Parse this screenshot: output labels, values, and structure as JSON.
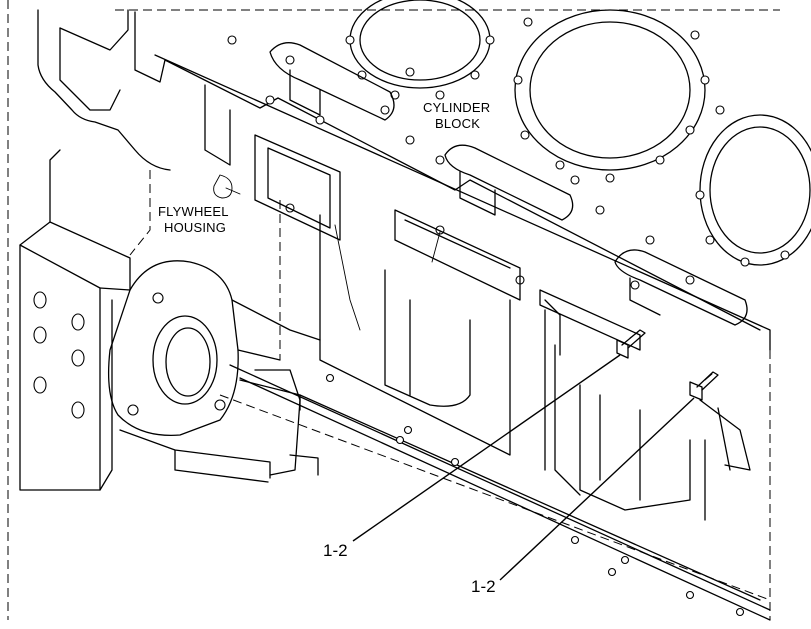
{
  "labels": {
    "cylinder_block_line1": "CYLINDER",
    "cylinder_block_line2": "BLOCK",
    "flywheel_housing_line1": "FLYWHEEL",
    "flywheel_housing_line2": "HOUSING"
  },
  "callouts": [
    {
      "text": "1-2"
    },
    {
      "text": "1-2"
    }
  ]
}
